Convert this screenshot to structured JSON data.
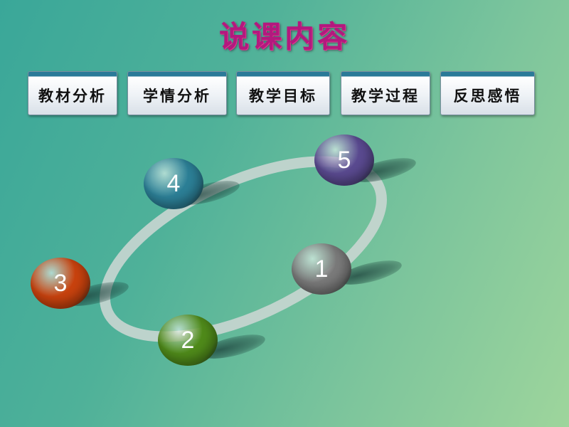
{
  "slide": {
    "title": "说课内容"
  },
  "nav": [
    {
      "label": "教材分析"
    },
    {
      "label": "学情分析"
    },
    {
      "label": "教学目标"
    },
    {
      "label": "教学过程"
    },
    {
      "label": "反思感悟"
    }
  ],
  "balls": [
    {
      "label": "1",
      "color": "#7a7a7a"
    },
    {
      "label": "2",
      "color": "#4f8a1a"
    },
    {
      "label": "3",
      "color": "#c8420e"
    },
    {
      "label": "4",
      "color": "#2c7f96"
    },
    {
      "label": "5",
      "color": "#5a4a90"
    }
  ],
  "colors": {
    "title": "#b3197e",
    "ring": "#c9d6d1"
  }
}
